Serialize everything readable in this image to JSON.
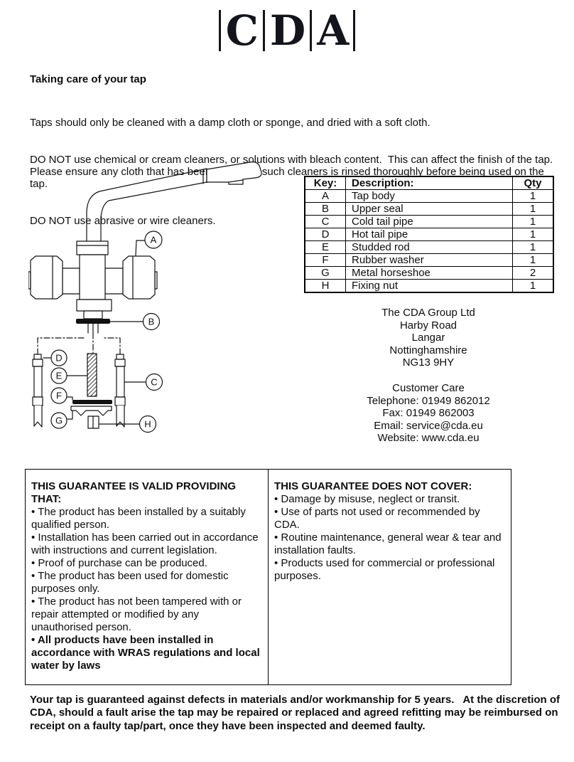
{
  "colors": {
    "ink": "#0d0d0d",
    "background": "#ffffff"
  },
  "logo": {
    "letters": [
      "C",
      "D",
      "A"
    ]
  },
  "care": {
    "heading": "Taking care of your tap",
    "paragraphs": [
      "Taps should only be cleaned with a damp cloth or sponge, and dried with a soft cloth.",
      "DO NOT use chemical or cream cleaners, or solutions with bleach content.  This can affect the finish of the tap.  Please ensure any cloth that has been used with such cleaners is rinsed thoroughly before being used on the tap.",
      "DO NOT use abrasive or wire cleaners."
    ]
  },
  "diagram": {
    "labels": [
      "A",
      "B",
      "C",
      "D",
      "E",
      "F",
      "G",
      "H"
    ]
  },
  "parts_table": {
    "headers": {
      "key": "Key:",
      "description": "Description:",
      "qty": "Qty"
    },
    "rows": [
      {
        "key": "A",
        "description": "Tap body",
        "qty": "1"
      },
      {
        "key": "B",
        "description": "Upper seal",
        "qty": "1"
      },
      {
        "key": "C",
        "description": "Cold tail pipe",
        "qty": "1"
      },
      {
        "key": "D",
        "description": "Hot tail pipe",
        "qty": "1"
      },
      {
        "key": "E",
        "description": "Studded rod",
        "qty": "1"
      },
      {
        "key": "F",
        "description": "Rubber washer",
        "qty": "1"
      },
      {
        "key": "G",
        "description": "Metal horseshoe",
        "qty": "2"
      },
      {
        "key": "H",
        "description": "Fixing nut",
        "qty": "1"
      }
    ]
  },
  "address": {
    "lines": [
      "The CDA Group Ltd",
      "Harby Road",
      "Langar",
      "Nottinghamshire",
      "NG13 9HY"
    ]
  },
  "contact": {
    "lines": [
      "Customer Care",
      "Telephone: 01949 862012",
      "Fax: 01949 862003",
      "Email: service@cda.eu",
      "Website: www.cda.eu"
    ]
  },
  "guarantee": {
    "left": {
      "heading": "THIS GUARANTEE IS VALID PROVIDING THAT:",
      "bullets": [
        "• The product has been installed by a suitably qualified person.",
        "• Installation has been carried out in accordance with instructions and current legislation.",
        "• Proof of purchase can be produced.",
        "• The product has been used for domestic purposes only.",
        "• The product has not been tampered with or repair attempted or modified by any unauthorised person.",
        "• All products have been installed in accordance with WRAS regulations and local water by laws"
      ]
    },
    "right": {
      "heading": "THIS GUARANTEE DOES NOT COVER:",
      "bullets": [
        "• Damage by misuse, neglect or transit.",
        "• Use of parts not used or recommended by CDA.",
        "• Routine maintenance, general wear & tear and installation faults.",
        "• Products used for commercial or professional purposes."
      ]
    }
  },
  "footer": {
    "text": "Your tap is guaranteed against defects in materials and/or workmanship for 5 years.   At the discretion of CDA, should a fault arise the tap may be repaired or replaced and agreed refitting may be reimbursed on receipt on a faulty tap/part, once they have been inspected and deemed faulty."
  }
}
